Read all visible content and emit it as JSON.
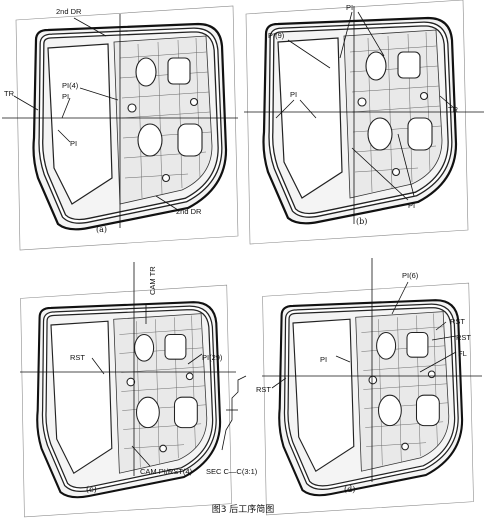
{
  "figure_caption": "图3 后工序简图",
  "panels": [
    {
      "id": "a",
      "label": "(a)",
      "annotations": [
        "2nd DR",
        "PI(4)",
        "PI",
        "TR",
        "PI",
        "2nd DR"
      ]
    },
    {
      "id": "b",
      "label": "(b)",
      "annotations": [
        "PI",
        "PI(9)",
        "PI",
        "TR",
        "PI"
      ]
    },
    {
      "id": "c",
      "label": "(c)",
      "annotations": [
        "CAM TR",
        "RST",
        "PI(29)",
        "CAM PI/RST(4)",
        "SEC C—C(3:1)"
      ]
    },
    {
      "id": "d",
      "label": "(d)",
      "annotations": [
        "PI(6)",
        "RST",
        "PI",
        "RST",
        "FL",
        "RST"
      ]
    }
  ]
}
